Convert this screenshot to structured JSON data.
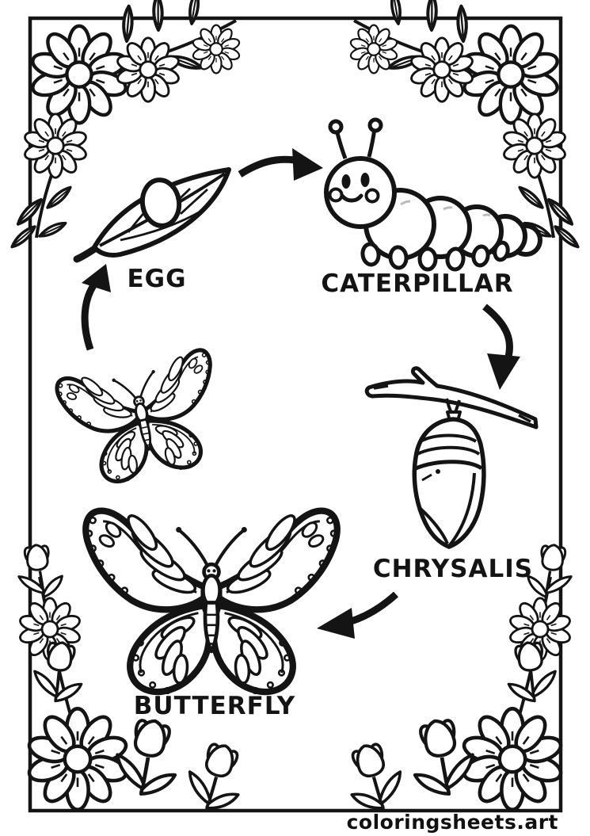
{
  "page": {
    "type": "coloring-page",
    "subject": "butterfly life cycle",
    "stages": {
      "egg": "EGG",
      "caterpillar": "CATERPILLAR",
      "chrysalis": "CHRYSALIS",
      "butterfly": "BUTTERFLY"
    },
    "cycle_order": [
      "EGG",
      "CATERPILLAR",
      "CHRYSALIS",
      "BUTTERFLY"
    ],
    "watermark": "coloringsheets.art",
    "colors": {
      "ink": "#141414",
      "paper": "#ffffff"
    }
  }
}
